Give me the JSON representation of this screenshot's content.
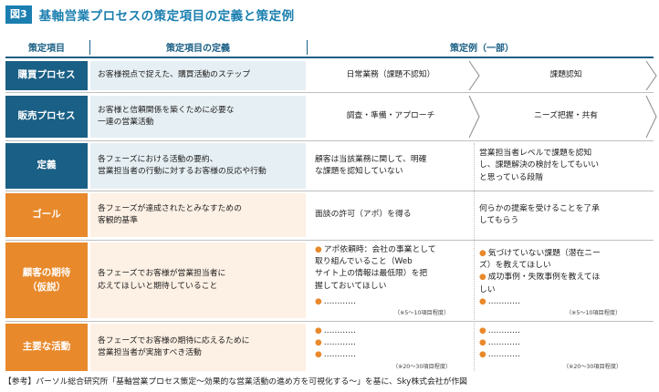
{
  "figure": {
    "badge": "図3",
    "title": "基軸営業プロセスの策定項目の定義と策定例"
  },
  "header": {
    "col1": "策定項目",
    "col2": "策定項目の定義",
    "col3": "策定例（一部）"
  },
  "colors": {
    "blue": "#1a7fb0",
    "dark_blue": "#1a5f85",
    "teal_fill": "#e6eff3",
    "orange": "#e8892b",
    "orange_fill": "#fdf0e4"
  },
  "rows": [
    {
      "label": "購買プロセス",
      "definition": "お客様視点で捉えた、購買活動のステップ",
      "left": "日常業務（課題不認知）",
      "right": "課題認知"
    },
    {
      "label": "販売プロセス",
      "definition": "お客様と信頼関係を築くために必要な\n一連の営業活動",
      "left": "調査・準備・アプローチ",
      "right": "ニーズ把握・共有"
    },
    {
      "label": "定義",
      "definition": "各フェーズにおける活動の要約、\n営業担当者の行動に対するお客様の反応や行動",
      "left": "顧客は当該業務に関して、明確\nな課題を認知していない",
      "right": "営業担当者レベルで課題を認知\nし、課題解決の検討をしてもいい\nと思っている段階"
    },
    {
      "label": "ゴール",
      "definition": "各フェーズが達成されたとみなすための\n客観的基準",
      "left": "面談の許可（アポ）を得る",
      "right": "何らかの提案を受けることを了承\nしてもらう"
    },
    {
      "label": "顧客の期待\n（仮説）",
      "definition": "各フェーズでお客様が営業担当者に\n応えてほしいと期待していること",
      "left_items": [
        "アポ依頼時：会社の事業として\n取り組んでいること（Web\nサイト上の情報は最低限）を把\n握しておいてほしい",
        "…………"
      ],
      "left_note": "（※5〜10項目程度）",
      "right_items": [
        "気づけていない課題（潜在ニー\nズ）を教えてほしい",
        "成功事例・失敗事例を教えてほ\nしい",
        "…………"
      ],
      "right_note": "（※5〜10項目程度）"
    },
    {
      "label": "主要な活動",
      "definition": "各フェーズでお客様の期待に応えるために\n営業担当者が実施すべき活動",
      "left_items": [
        "…………",
        "…………",
        "…………"
      ],
      "left_note": "（※20〜30項目程度）",
      "right_items": [
        "…………",
        "…………",
        "…………"
      ],
      "right_note": "（※20〜30項目程度）"
    }
  ],
  "footer": "【参考】パーソル総合研究所「基軸営業プロセス策定〜効果的な営業活動の進め方を可視化する〜」を基に、Sky株式会社が作図"
}
